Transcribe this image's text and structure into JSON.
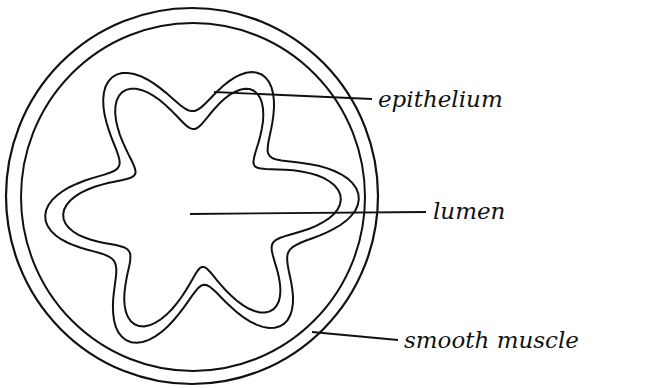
{
  "diagram": {
    "labels": [
      "epithelium",
      "lumen",
      "smooth muscle"
    ]
  }
}
